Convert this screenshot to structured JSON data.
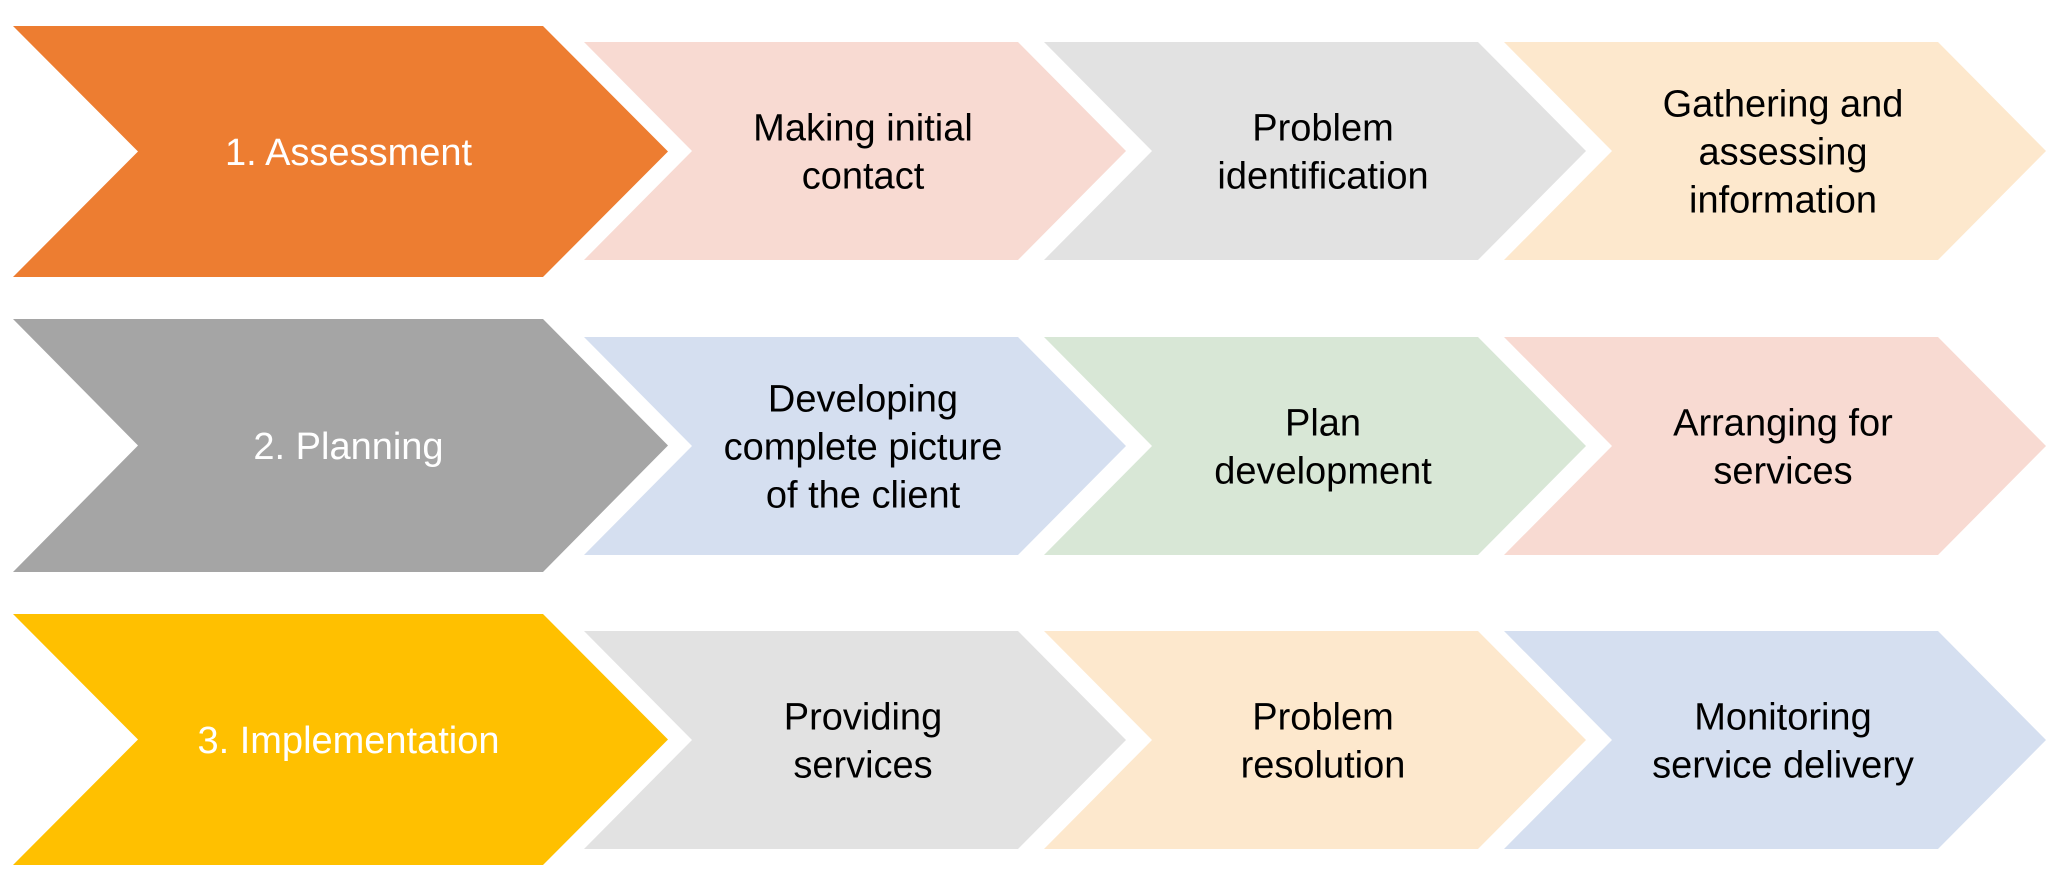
{
  "diagram": {
    "title": "Case management process",
    "rows": [
      {
        "phase": {
          "label": "1. Assessment",
          "color": "#ED7D31",
          "text_color": "#FFFFFF"
        },
        "steps": [
          {
            "label": "Making initial contact",
            "lines": [
              "Making initial",
              "contact"
            ],
            "color": "#F8DAD2"
          },
          {
            "label": "Problem identification",
            "lines": [
              "Problem",
              "identification"
            ],
            "color": "#E2E2E2"
          },
          {
            "label": "Gathering and assessing information",
            "lines": [
              "Gathering and",
              "assessing",
              "information"
            ],
            "color": "#FDE8CD"
          }
        ]
      },
      {
        "phase": {
          "label": "2. Planning",
          "color": "#A5A5A5",
          "text_color": "#FFFFFF"
        },
        "steps": [
          {
            "label": "Developing complete picture of the client",
            "lines": [
              "Developing",
              "complete picture",
              "of the client"
            ],
            "color": "#D5DFF0"
          },
          {
            "label": "Plan development",
            "lines": [
              "Plan",
              "development"
            ],
            "color": "#D8E7D6"
          },
          {
            "label": "Arranging for services",
            "lines": [
              "Arranging for",
              "services"
            ],
            "color": "#F8DAD2"
          }
        ]
      },
      {
        "phase": {
          "label": "3. Implementation",
          "color": "#FFC000",
          "text_color": "#FFFFFF"
        },
        "steps": [
          {
            "label": "Providing services",
            "lines": [
              "Providing",
              "services"
            ],
            "color": "#E2E2E2"
          },
          {
            "label": "Problem resolution",
            "lines": [
              "Problem",
              "resolution"
            ],
            "color": "#FDE8CD"
          },
          {
            "label": "Monitoring service delivery",
            "lines": [
              "Monitoring",
              "service delivery"
            ],
            "color": "#D5DFF0"
          }
        ]
      }
    ],
    "step_text_color": "#000000"
  }
}
